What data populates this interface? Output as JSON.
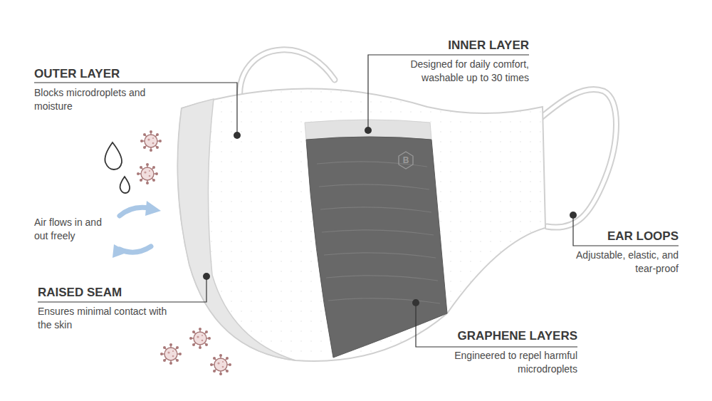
{
  "diagram": {
    "labels": [
      "OUTER LAYER",
      "Blocks microdroplets and moisture",
      "INNER LAYER",
      "Designed for daily comfort, washable up to 30 times",
      "Air flows in and out freely",
      "RAISED SEAM",
      "Ensures minimal contact with the skin",
      "EAR LOOPS",
      "Adjustable, elastic, and tear-proof",
      "GRAPHENE LAYERS",
      "Engineered to repel harmful microdroplets",
      "B"
    ]
  }
}
